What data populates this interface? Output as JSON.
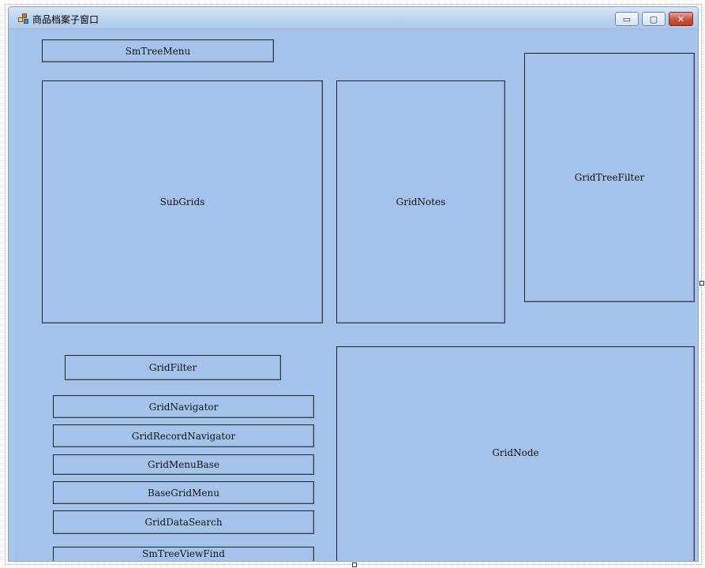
{
  "window": {
    "title": "商品档案子窗口",
    "minimize_label": "▭",
    "maximize_label": "▢",
    "close_label": "✕"
  },
  "controls": {
    "sm_tree_menu": "SmTreeMenu",
    "sub_grids": "SubGrids",
    "grid_notes": "GridNotes",
    "grid_tree_filter": "GridTreeFilter",
    "grid_filter": "GridFilter",
    "grid_navigator": "GridNavigator",
    "grid_record_navigator": "GridRecordNavigator",
    "grid_menu_base": "GridMenuBase",
    "base_grid_menu": "BaseGridMenu",
    "grid_data_search": "GridDataSearch",
    "sm_tree_view_find": "SmTreeViewFind",
    "grid_node": "GridNode"
  },
  "colors": {
    "client_background": "#a3c3ea",
    "titlebar": "#bcd3ef",
    "close_button": "#c9533a"
  }
}
